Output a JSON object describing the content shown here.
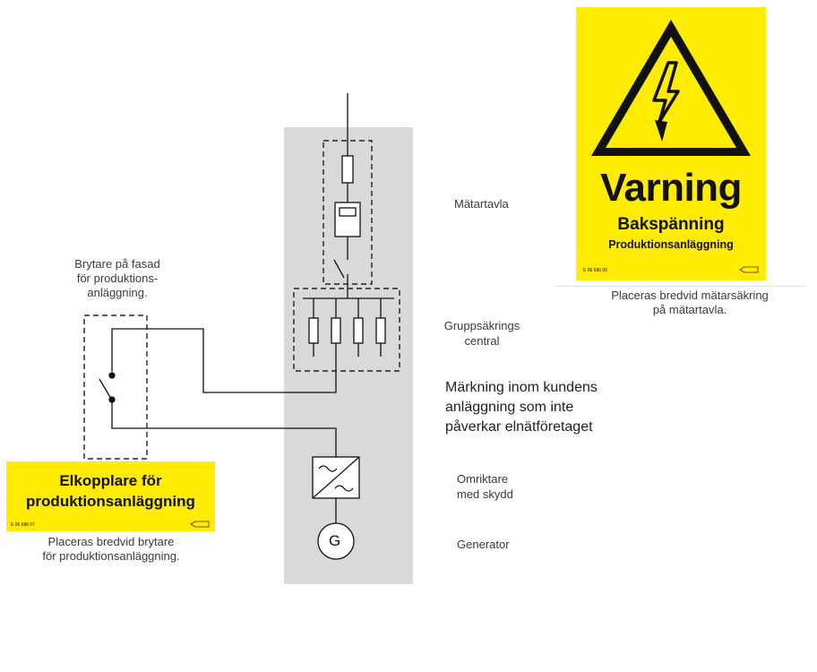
{
  "labels": {
    "matartavla": "Mätartavla",
    "brytare_line1": "Brytare på fasad",
    "brytare_line2": "för produktions-",
    "brytare_line3": "anläggning.",
    "grupp_line1": "Gruppsäkrings",
    "grupp_line2": "central",
    "markning_line1": "Märkning inom kundens",
    "markning_line2": "anläggning som inte",
    "markning_line3": "påverkar elnätföretaget",
    "omriktare_line1": "Omriktare",
    "omriktare_line2": "med skydd",
    "generator": "Generator",
    "generator_symbol": "G"
  },
  "warning_sign": {
    "title": "Varning",
    "subtitle": "Bakspänning",
    "subtitle2": "Produktionsanläggning",
    "code": "E 06 686 00",
    "caption_line1": "Placeras bredvid mätarsäkring",
    "caption_line2": "på mätartavla."
  },
  "switch_sign": {
    "line1": "Elkopplare för",
    "line2": "produktionsanläggning",
    "code": "E 06 686 07",
    "caption_line1": "Placeras bredvid brytare",
    "caption_line2": "för produktionsanläggning."
  },
  "colors": {
    "sign_yellow": "#ffec00",
    "panel_gray": "#d9d9d9",
    "line": "#111111"
  }
}
